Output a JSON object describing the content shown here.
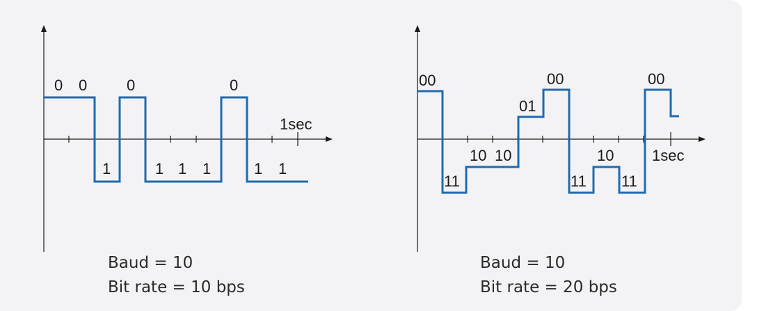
{
  "left_diagram": {
    "bit_labels": [
      "0",
      "0",
      "0",
      "0",
      "1",
      "1",
      "1",
      "1",
      "1",
      "1"
    ],
    "time_label": "1sec",
    "caption_baud": "Baud = 10",
    "caption_bitrate": "Bit rate = 10 bps"
  },
  "right_diagram": {
    "symbol_labels": [
      "00",
      "11",
      "10",
      "10",
      "01",
      "00",
      "11",
      "10",
      "11",
      "00"
    ],
    "time_label": "1sec",
    "caption_baud": "Baud = 10",
    "caption_bitrate": "Bit rate = 20 bps"
  },
  "colors": {
    "waveform": "#1f6bb0",
    "axis": "#1a1a1a",
    "panel_background": "#f3f3f5"
  }
}
